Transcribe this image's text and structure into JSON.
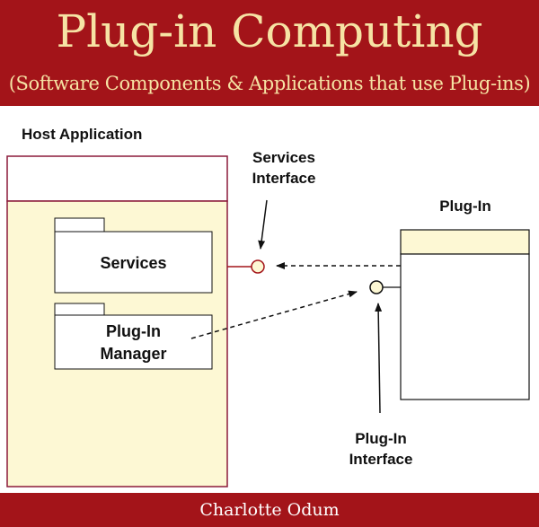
{
  "header": {
    "title": "Plug-in Computing",
    "subtitle": "(Software Components & Applications that use Plug-ins)"
  },
  "diagram": {
    "host_application": "Host Application",
    "services": "Services",
    "plugin_manager": [
      "Plug-In",
      "Manager"
    ],
    "services_interface": [
      "Services",
      "Interface"
    ],
    "plugin": "Plug-In",
    "plugin_interface": [
      "Plug-In",
      "Interface"
    ]
  },
  "footer": {
    "author": "Charlotte Odum"
  },
  "colors": {
    "banner": "#a31419",
    "banner_text": "#f6e3a4",
    "box_fill": "#fdf8d4",
    "box_stroke": "#8b1a3a"
  }
}
